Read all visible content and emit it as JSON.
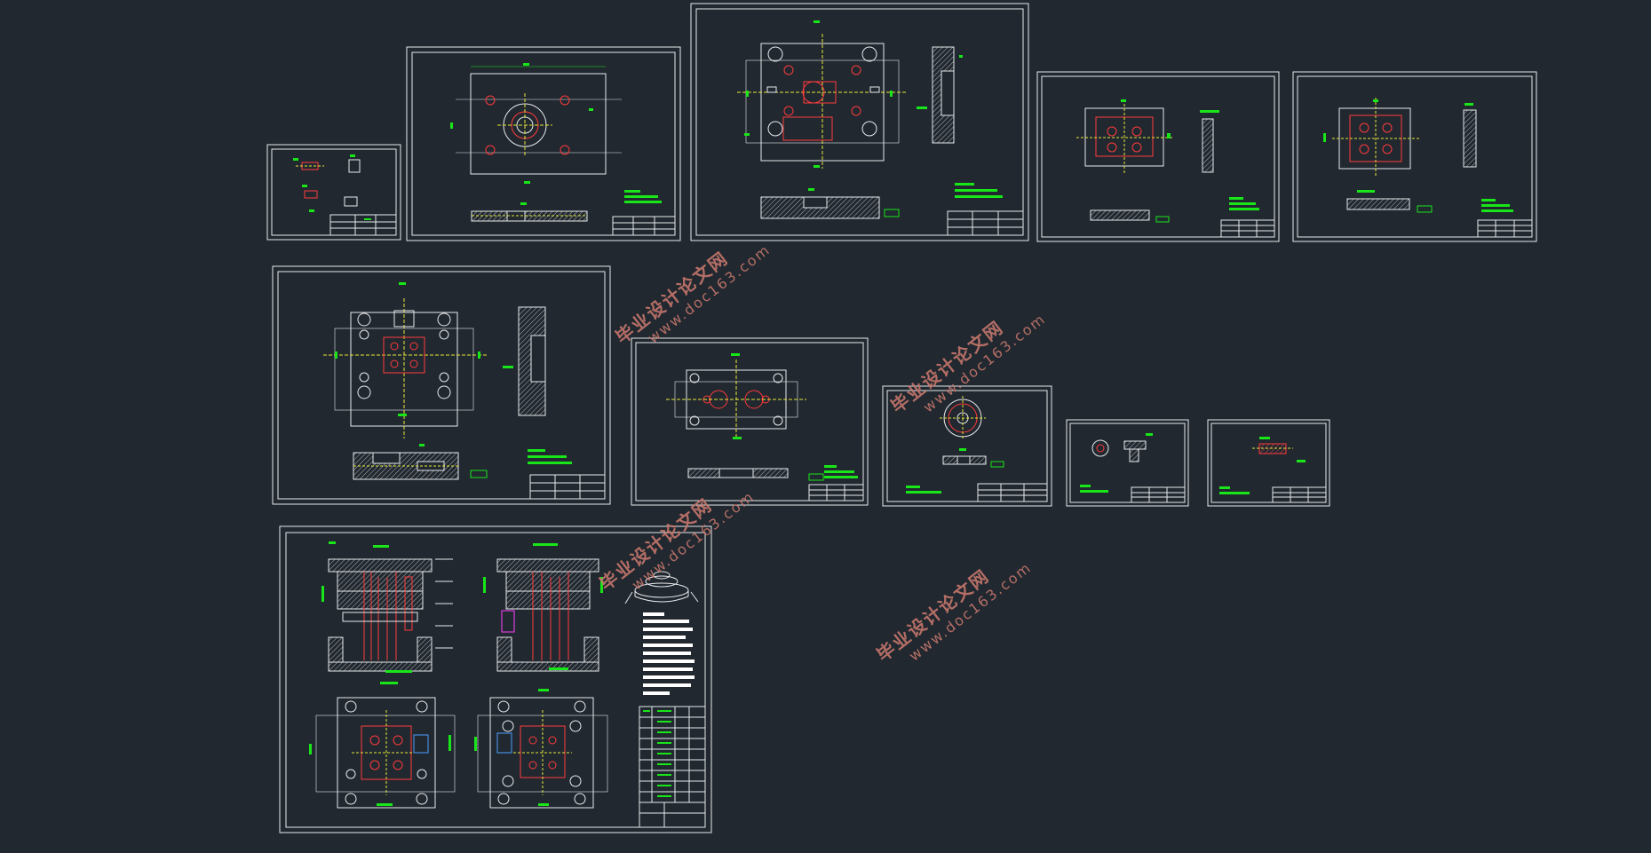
{
  "watermark": {
    "text_cn": "毕业设计论文网",
    "text_url": "www.doc163.com"
  },
  "colors": {
    "background": "#212830",
    "frame": "#e8eaec",
    "dimension": "#19e619",
    "part": "#ff3b3b",
    "centerline": "#e8e83a",
    "hatch": "#d8dadc",
    "watermark": "#c9786d"
  },
  "sheets": [
    {
      "id": "sheet-small-parts"
    },
    {
      "id": "sheet-fixed-plate"
    },
    {
      "id": "sheet-cavity-plate"
    },
    {
      "id": "sheet-insert-a"
    },
    {
      "id": "sheet-insert-b"
    },
    {
      "id": "sheet-core-plate"
    },
    {
      "id": "sheet-support-plate"
    },
    {
      "id": "sheet-locating-ring"
    },
    {
      "id": "sheet-sprue-bushing"
    },
    {
      "id": "sheet-pin"
    },
    {
      "id": "sheet-assembly"
    }
  ]
}
